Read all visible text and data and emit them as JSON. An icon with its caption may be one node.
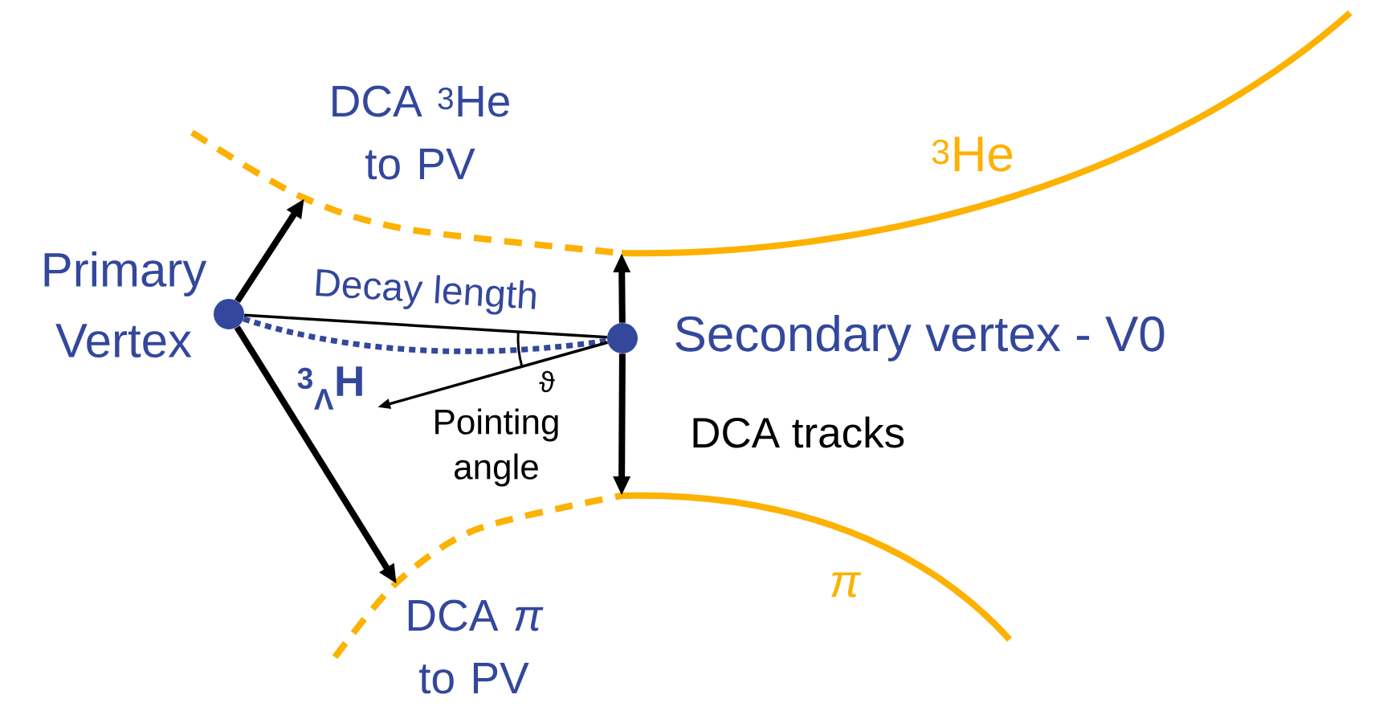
{
  "diagram": {
    "nodes": [
      {
        "text": [],
        "shape": "circle",
        "beside": [
          "Primary Vertex"
        ]
      },
      {
        "text": [],
        "shape": "circle",
        "beside": [
          "Secondary vertex - V0"
        ]
      },
      {
        "text": [
          "$^{3}$He"
        ]
      },
      {
        "text": [
          "π"
        ]
      }
    ],
    "edges": [
      {
        "from": 0,
        "to": 2,
        "arrow": "to",
        "label": "DCA $^{3}$He to PV"
      },
      {
        "from": 0,
        "to": 3,
        "arrow": "to",
        "label": "DCA *π* to PV"
      },
      {
        "from": 0,
        "to": 1,
        "arrow": "none",
        "label": "Decay length"
      },
      {
        "from": 0,
        "to": 1,
        "arrow": "none",
        "style": "dashed",
        "color": "#33479c",
        "label": "$^{3}$$_{Λ}$H"
      },
      {
        "from": 1,
        "to": 2,
        "arrow": "to",
        "label": "DCA tracks"
      },
      {
        "from": 1,
        "to": null,
        "arrow": "to",
        "label": "Pointing angle"
      },
      {
        "from": 1,
        "to": 3,
        "arrow": "to"
      }
    ],
    "labels": [
      "ϑ"
    ]
  }
}
